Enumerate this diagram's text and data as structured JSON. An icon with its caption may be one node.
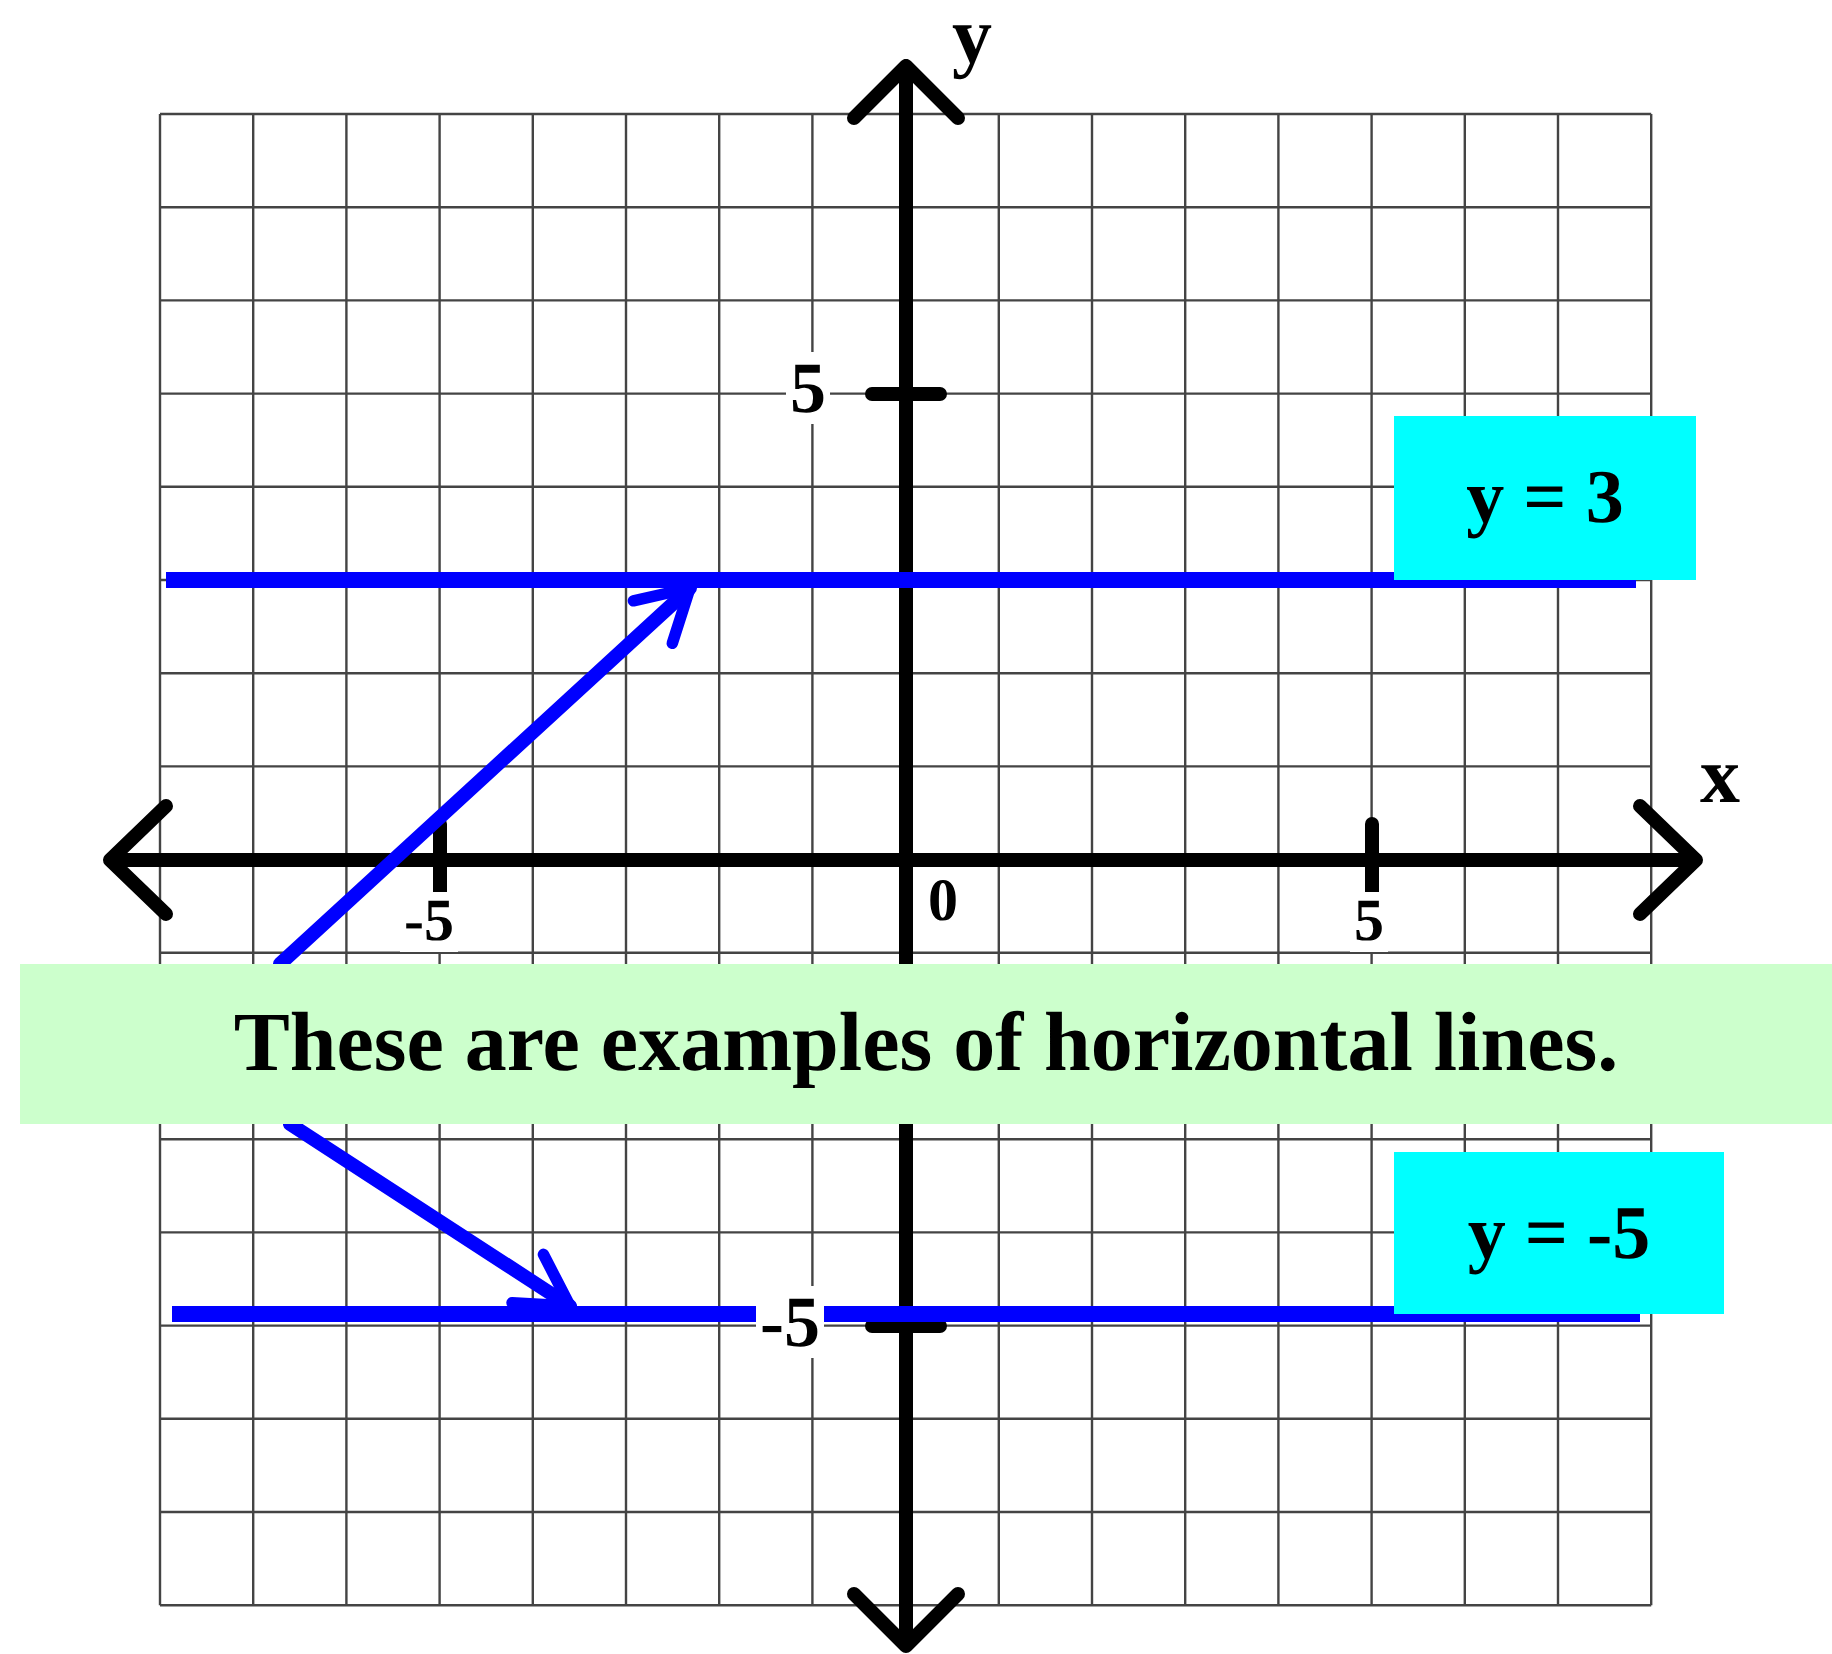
{
  "diagram": {
    "nodes": [
      {
        "text": [
          "y = 3"
        ]
      },
      {
        "text": [],
        "shape": "line"
      },
      {
        "text": [
          "These are examples of horizontal lines."
        ]
      },
      {
        "text": [
          "y = -5"
        ]
      },
      {
        "text": [],
        "shape": "line"
      }
    ],
    "edges": [
      {
        "from": 2,
        "to": 1,
        "arrow": "to"
      },
      {
        "from": 2,
        "to": 4,
        "arrow": "to"
      }
    ],
    "labels": [
      "y",
      "5",
      "x",
      "-5",
      "0",
      "5",
      "-5"
    ]
  }
}
